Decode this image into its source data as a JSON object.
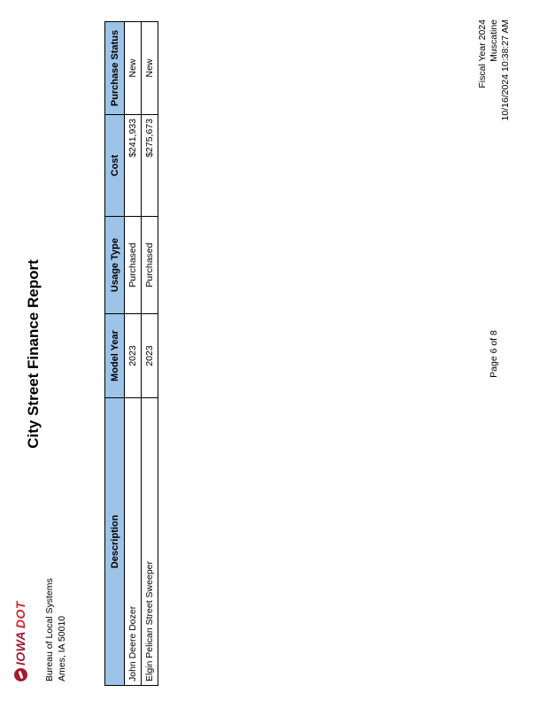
{
  "header": {
    "logo_iowa": "IOWA",
    "logo_dot": "DOT",
    "bureau": "Bureau of Local Systems",
    "address": "Ames, IA 50010",
    "title": "City Street Finance Report"
  },
  "table": {
    "columns": [
      "Description",
      "Model Year",
      "Usage Type",
      "Cost",
      "Purchase Status"
    ],
    "rows": [
      [
        "John Deere Dozer",
        "2023",
        "Purchased",
        "$241,933",
        "New"
      ],
      [
        "Elgin Pelican Street Sweeper",
        "2023",
        "Purchased",
        "$275,673",
        "New"
      ]
    ]
  },
  "footer": {
    "page_label": "Page 6 of 8",
    "fiscal_year": "Fiscal Year 2024",
    "city": "Muscatine",
    "datetime": "10/16/2024 10:38:27 AM"
  },
  "colors": {
    "table_header_bg": "#9DC3E6",
    "logo_red": "#A6192E",
    "logo_dot_red": "#D2232A",
    "grid_line": "#000000"
  },
  "orientation": {
    "note_rotation_deg": -90
  }
}
